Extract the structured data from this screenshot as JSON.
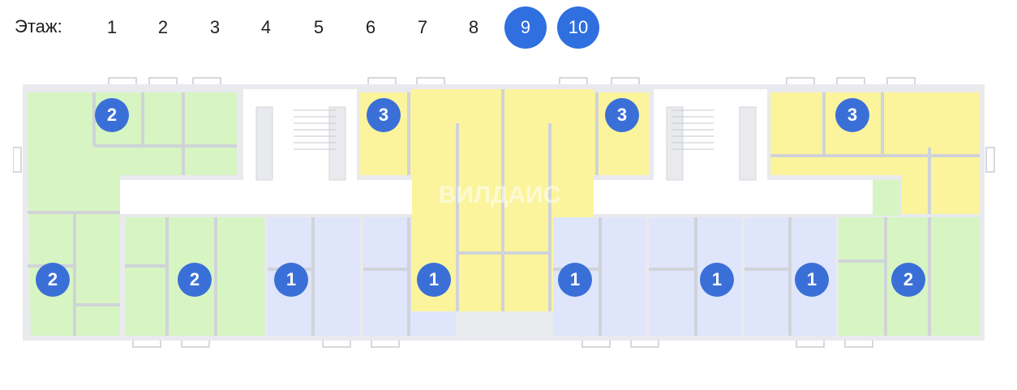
{
  "floor_selector": {
    "label": "Этаж:",
    "floors": [
      "1",
      "2",
      "3",
      "4",
      "5",
      "6",
      "7",
      "8",
      "9",
      "10"
    ],
    "active": [
      "9",
      "10"
    ]
  },
  "plan": {
    "watermark": "ВИЛДАИС",
    "apartments": [
      {
        "rooms": "2",
        "color": "#d7f5c2"
      },
      {
        "rooms": "3",
        "color": "#fbf49c"
      },
      {
        "rooms": "3",
        "color": "#fbf49c"
      },
      {
        "rooms": "3",
        "color": "#fbf49c"
      },
      {
        "rooms": "2",
        "color": "#d7f5c2"
      },
      {
        "rooms": "2",
        "color": "#d7f5c2"
      },
      {
        "rooms": "1",
        "color": "#dfe6fb"
      },
      {
        "rooms": "1",
        "color": "#dfe6fb"
      },
      {
        "rooms": "1",
        "color": "#dfe6fb"
      },
      {
        "rooms": "1",
        "color": "#dfe6fb"
      },
      {
        "rooms": "1",
        "color": "#dfe6fb"
      },
      {
        "rooms": "2",
        "color": "#d7f5c2"
      }
    ]
  }
}
